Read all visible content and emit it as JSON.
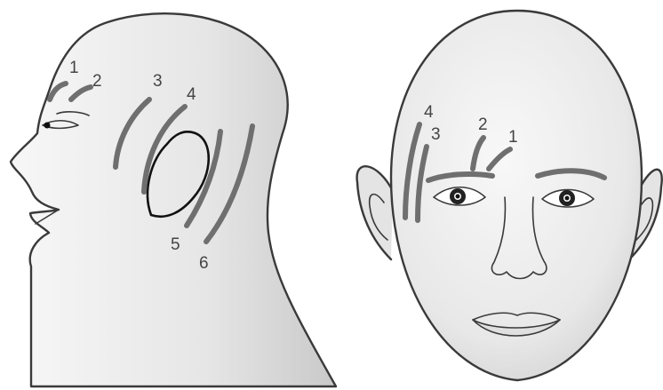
{
  "side_view": {
    "labels": [
      "1",
      "2",
      "3",
      "4",
      "5",
      "6"
    ]
  },
  "front_view": {
    "labels": [
      "1",
      "2",
      "3",
      "4"
    ]
  },
  "colors": {
    "outline": "#3a3a3a",
    "marks": "#6f6f6f",
    "skin_light": "#f4f4f4",
    "skin_dark": "#c8c8c8"
  }
}
